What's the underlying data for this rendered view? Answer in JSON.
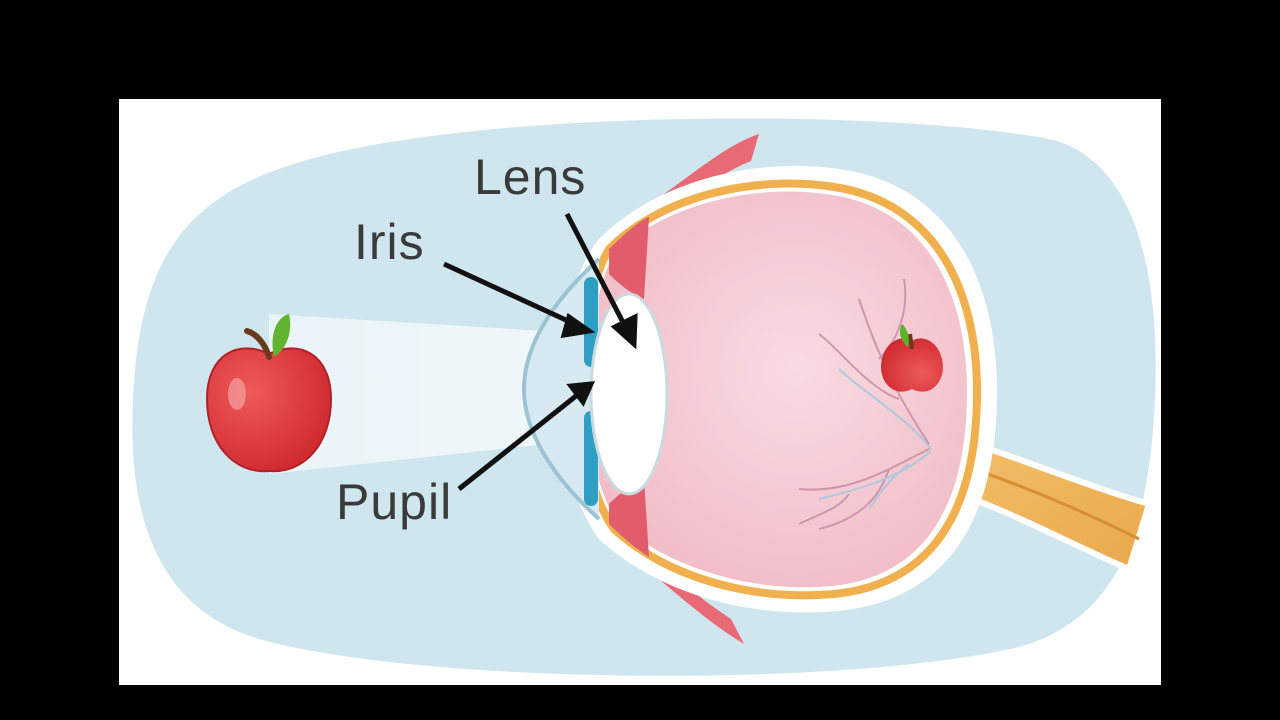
{
  "diagram": {
    "labels": {
      "lens": "Lens",
      "iris": "Iris",
      "pupil": "Pupil"
    }
  }
}
